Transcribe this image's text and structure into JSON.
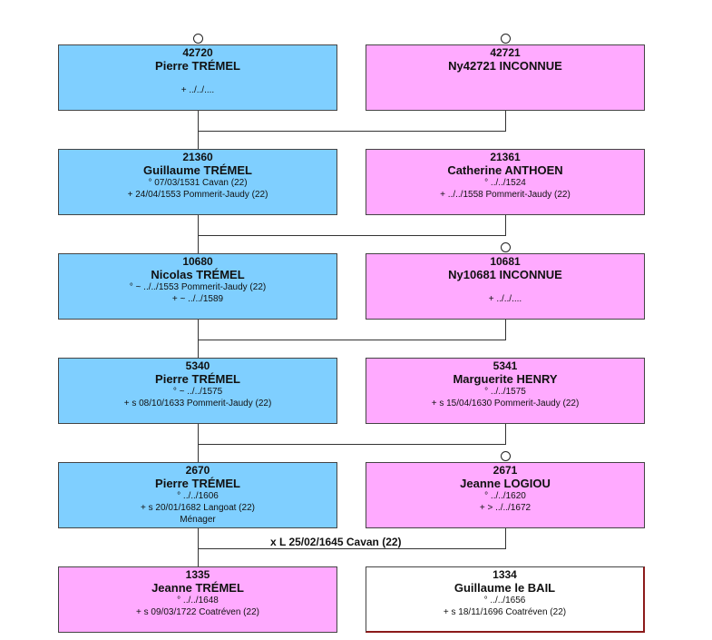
{
  "persons": [
    {
      "id": "p42720",
      "sex": "male",
      "num": "42720",
      "name": "Pierre TRÉMEL",
      "lines": [
        "",
        "+ ../../...."
      ],
      "marker": true
    },
    {
      "id": "p42721",
      "sex": "female",
      "num": "42721",
      "name": "Ny42721 INCONNUE",
      "lines": [],
      "marker": true
    },
    {
      "id": "p21360",
      "sex": "male",
      "num": "21360",
      "name": "Guillaume TRÉMEL",
      "lines": [
        "° 07/03/1531 Cavan (22)",
        "+ 24/04/1553 Pommerit-Jaudy (22)"
      ],
      "marker": false
    },
    {
      "id": "p21361",
      "sex": "female",
      "num": "21361",
      "name": "Catherine ANTHOEN",
      "lines": [
        "° ../../1524",
        "+ ../../1558 Pommerit-Jaudy (22)"
      ],
      "marker": false
    },
    {
      "id": "p10680",
      "sex": "male",
      "num": "10680",
      "name": "Nicolas TRÉMEL",
      "lines": [
        "° ~ ../../1553 Pommerit-Jaudy (22)",
        "+ ~ ../../1589"
      ],
      "marker": false
    },
    {
      "id": "p10681",
      "sex": "female",
      "num": "10681",
      "name": "Ny10681 INCONNUE",
      "lines": [
        "",
        "+ ../../...."
      ],
      "marker": true
    },
    {
      "id": "p5340",
      "sex": "male",
      "num": "5340",
      "name": "Pierre TRÉMEL",
      "lines": [
        "° ~ ../../1575",
        "+ s 08/10/1633 Pommerit-Jaudy (22)"
      ],
      "marker": false
    },
    {
      "id": "p5341",
      "sex": "female",
      "num": "5341",
      "name": "Marguerite HENRY",
      "lines": [
        "° ../../1575",
        "+ s 15/04/1630 Pommerit-Jaudy (22)"
      ],
      "marker": false
    },
    {
      "id": "p2670",
      "sex": "male",
      "num": "2670",
      "name": "Pierre TRÉMEL",
      "lines": [
        "° ../../1606",
        "+ s 20/01/1682 Langoat (22)",
        "Ménager"
      ],
      "marker": false
    },
    {
      "id": "p2671",
      "sex": "female",
      "num": "2671",
      "name": "Jeanne LOGIOU",
      "lines": [
        "° ../../1620",
        "+ > ../../1672"
      ],
      "marker": true
    },
    {
      "id": "p1335",
      "sex": "female",
      "num": "1335",
      "name": "Jeanne TRÉMEL",
      "lines": [
        "° ../../1648",
        "+ s 09/03/1722 Coatréven (22)"
      ],
      "marker": false
    },
    {
      "id": "p1334",
      "sex": "plain",
      "num": "1334",
      "name": "Guillaume le BAIL",
      "lines": [
        "° ../../1656",
        "+ s 18/11/1696 Coatréven (22)"
      ],
      "marker": false
    }
  ],
  "marriage": "x L 25/02/1645 Cavan (22)",
  "colors": {
    "male": "#7fcfff",
    "female": "#ffaaff",
    "line": "#333333"
  }
}
